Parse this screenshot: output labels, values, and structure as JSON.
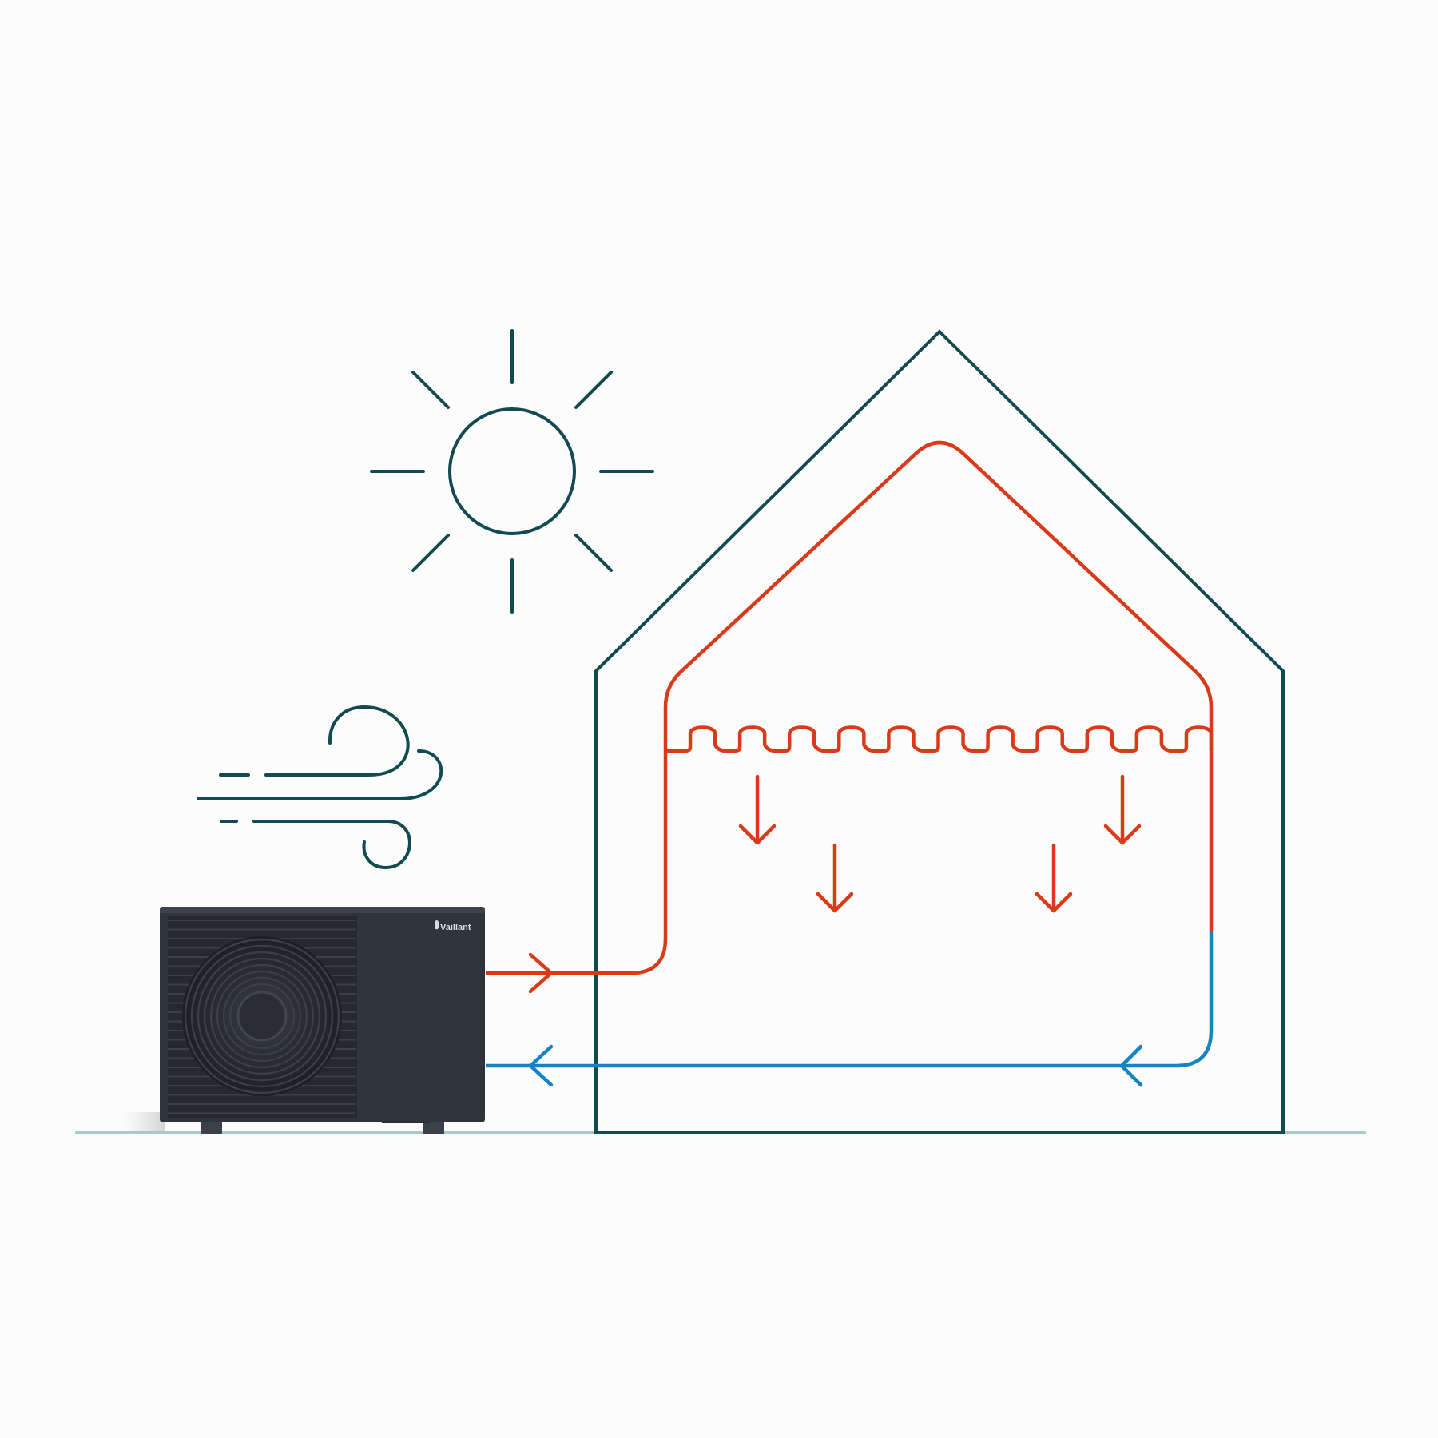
{
  "brand": {
    "name": "Vaillant",
    "logo": "vaillant-hare-logo"
  },
  "colors": {
    "background": "#fcfcfc",
    "house_outline": "#114b50",
    "sun_wind": "#114b50",
    "flow_hot": "#d93a1a",
    "return_cold": "#1584c4",
    "ground": "#a9c9c6",
    "unit_body": "#2f333b",
    "unit_dark": "#23262c"
  },
  "icons": {
    "sun": "sun-icon",
    "wind": "wind-icon",
    "heat_pump": "heat-pump-unit",
    "house": "house-outline",
    "heat_arrow": "arrow-down-icon",
    "flow_arrow": "arrow-right-icon",
    "return_arrow": "arrow-left-icon"
  }
}
